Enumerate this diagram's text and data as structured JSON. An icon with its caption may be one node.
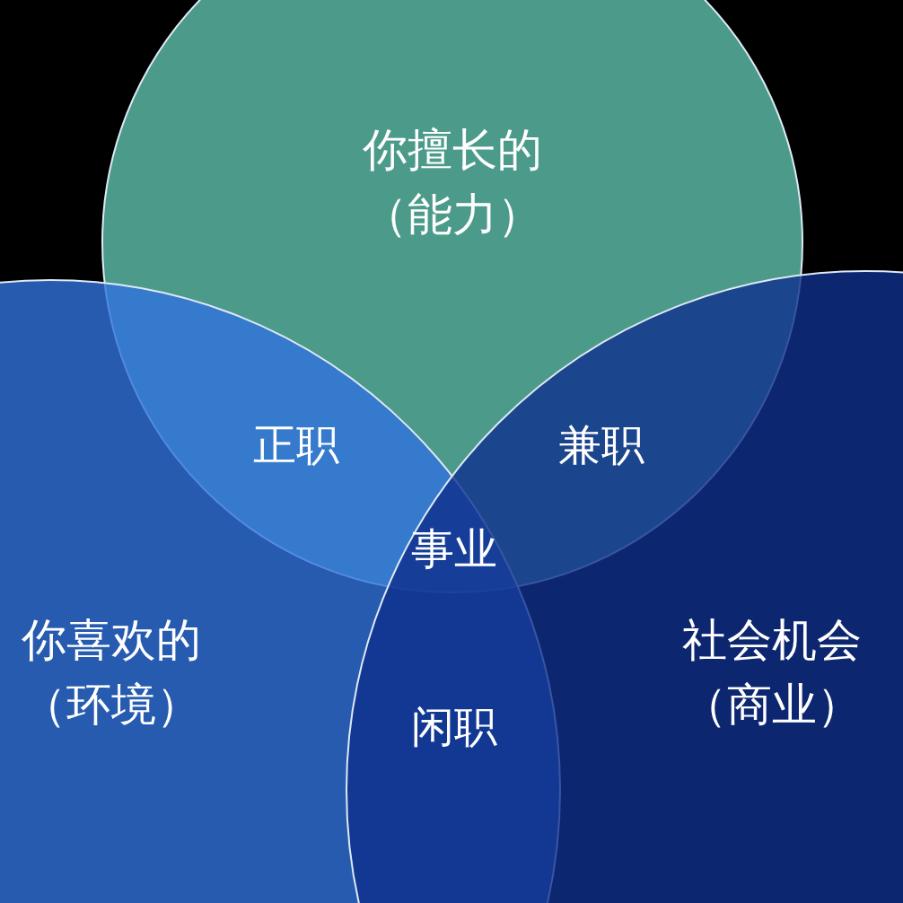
{
  "diagram": {
    "nodes": [
      {
        "text": [
          "你擅长的（能力）"
        ]
      },
      {
        "text": [
          "你喜欢的（环境）"
        ]
      },
      {
        "text": [
          "社会机会（商业）"
        ]
      }
    ],
    "labels": [
      "正职",
      "兼职",
      "事业",
      "闲职"
    ]
  }
}
